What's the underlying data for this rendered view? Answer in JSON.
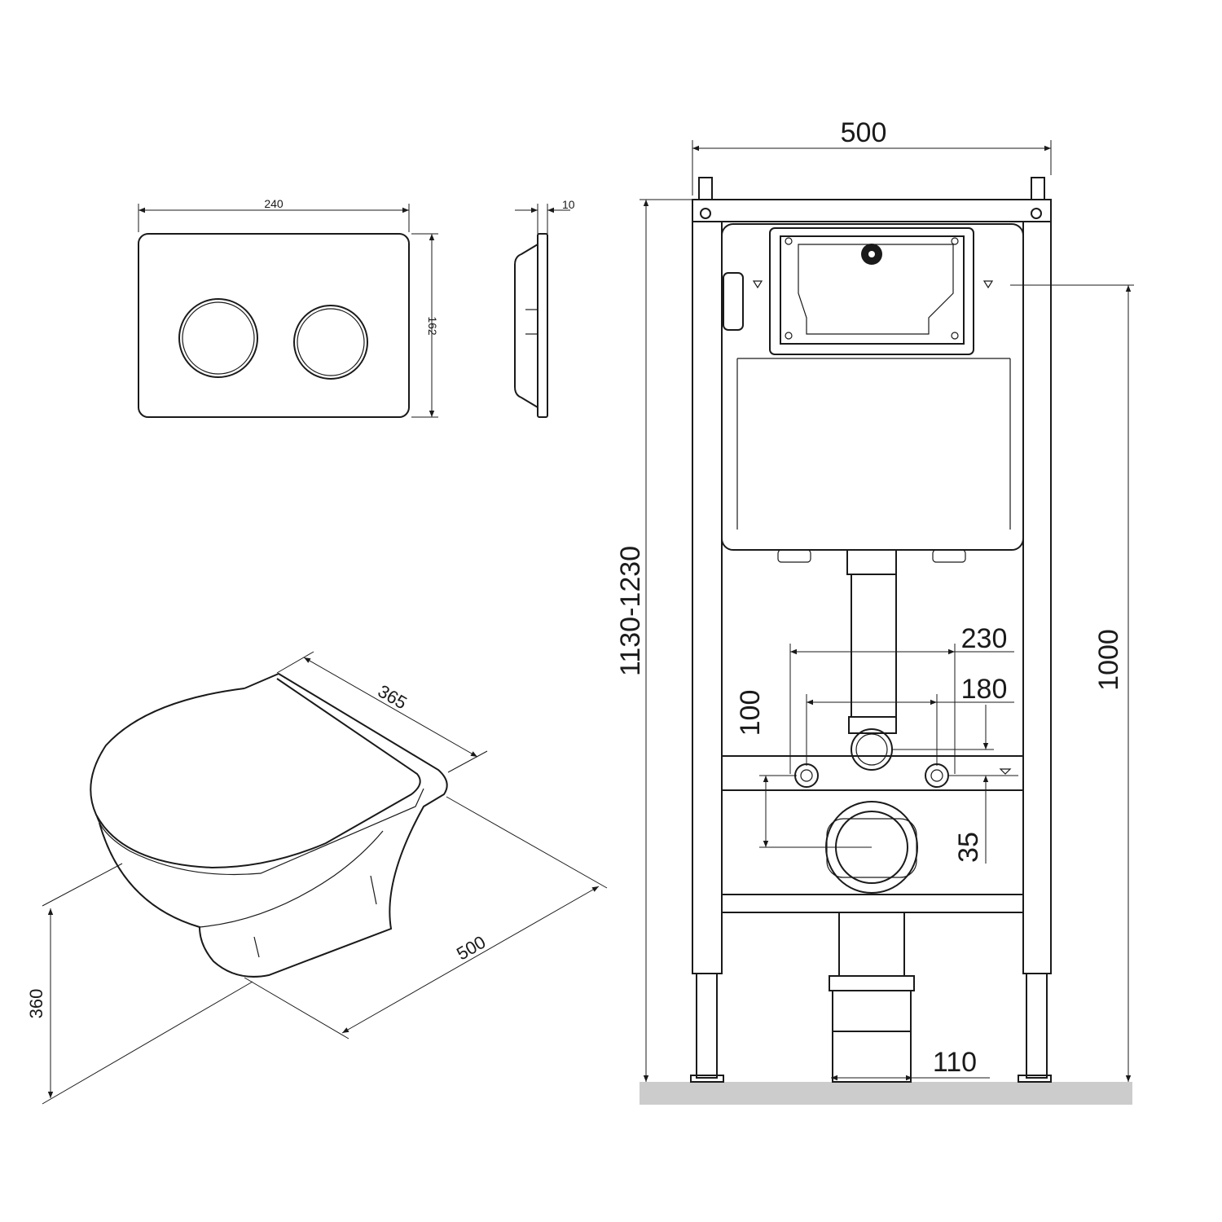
{
  "flush_plate": {
    "width": "240",
    "height": "162",
    "depth": "10"
  },
  "frame": {
    "width": "500",
    "height_range": "1130-1230",
    "cistern_height": "1000",
    "stud_spacing_outer": "230",
    "stud_spacing_inner": "180",
    "outlet_to_stud": "100",
    "inlet_to_stud": "35",
    "outlet_diameter": "110"
  },
  "toilet": {
    "width": "365",
    "length": "500",
    "height": "360"
  },
  "colors": {
    "line": "#1a1a1a",
    "floor": "#cccccc"
  }
}
